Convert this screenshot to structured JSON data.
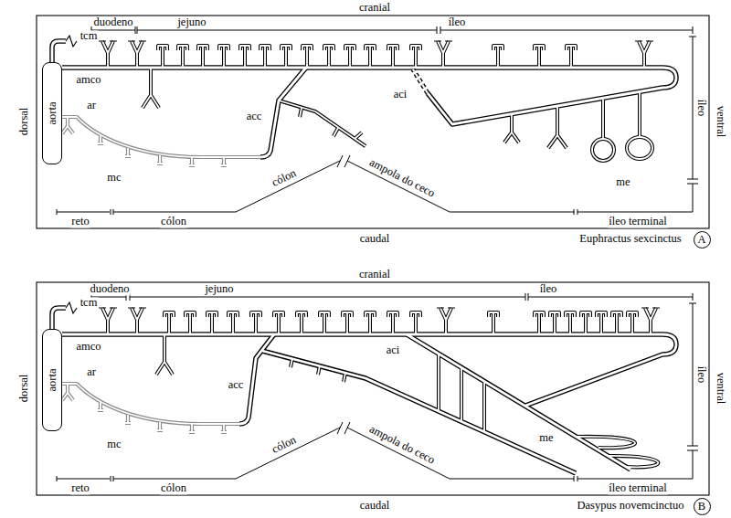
{
  "diagram": {
    "nodes": [
      {
        "text": [
          "aorta"
        ]
      },
      {
        "text": [
          "A"
        ]
      },
      {
        "text": [
          "aorta"
        ]
      },
      {
        "text": [
          "B"
        ]
      }
    ],
    "labels": [
      "cranial",
      "duodeno",
      "jejuno",
      "íleo",
      "tcm",
      "dorsal",
      "amco",
      "ar",
      "acc",
      "aci",
      "ventral",
      "íleo",
      "mc",
      "me",
      "cólon",
      "ampola do ceco",
      "reto",
      "cólon",
      "íleo terminal",
      "caudal",
      "Euphractus sexcinctus",
      "cranial",
      "duodeno",
      "jejuno",
      "íleo",
      "tcm",
      "dorsal",
      "amco",
      "ar",
      "acc",
      "aci",
      "ventral",
      "íleo",
      "mc",
      "me",
      "cólon",
      "ampola do ceco",
      "reto",
      "cólon",
      "íleo terminal",
      "caudal",
      "Dasypus novemcinctuo"
    ]
  }
}
